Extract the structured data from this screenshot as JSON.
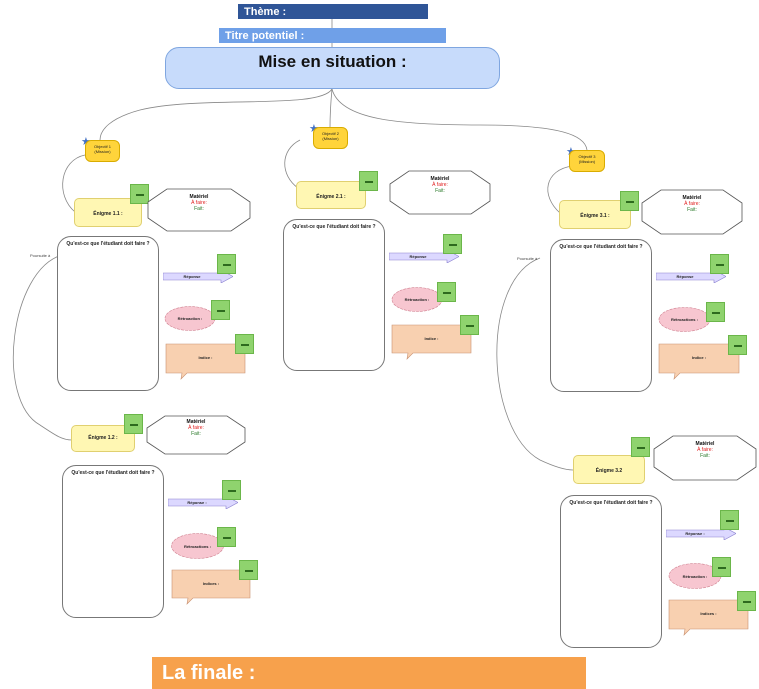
{
  "header": {
    "theme": "Thème :",
    "titre": "Titre potentiel :"
  },
  "mise_en_situation": "Mise en situation :",
  "finale": "La finale :",
  "objectifs": [
    "Objectif 1 (Mission)",
    "Objectif 2 (Mission)",
    "Objectif 3 (Mission)"
  ],
  "enigmes": [
    "Énigme 1.1 :",
    "Énigme 1.2 :",
    "Énigme 2.1 :",
    "Énigme 3.1 :",
    "Énigme 3.2"
  ],
  "materiel": {
    "title": "Matériel",
    "a_faire": "À faire:",
    "fait": "Fait:"
  },
  "question": "Qu'est-ce que l'étudiant doit faire ?",
  "labels": {
    "reponse": "Réponse",
    "reponse_colon": "Réponse :",
    "retroaction": "Rétroaction :",
    "retroactions": "Rétroactions :",
    "indice": "Indice :",
    "indices": "Indices :",
    "poursuite": "Poursuite à",
    "poursuite2": "Poursuite à"
  },
  "colors": {
    "theme": "#2f5597",
    "title": "#6fa0e8",
    "mise": "#c7dbfb",
    "finale": "#f7a14c",
    "objectif": "#ffd43b",
    "enigme": "#fff7b3",
    "sticky": "#8fd36e",
    "retro": "#f7c6d0",
    "indice": "#f8d0b0",
    "reponse": "#dcd8ff"
  }
}
